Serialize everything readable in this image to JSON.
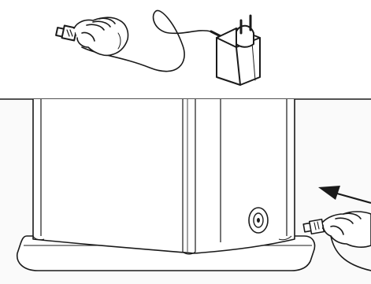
{
  "figure": {
    "background": "#ffffff",
    "line_color": "#1a1a1a",
    "panel_fill": "#fafafa",
    "skin_color": "#ffffff"
  },
  "parts": {
    "power_adapter": "power-adapter-with-two-pin-plug",
    "dc_plug": "dc-barrel-plug",
    "base_unit": "base-unit-with-dc-socket",
    "insertion_arrow": "arrow-pointing-to-socket"
  }
}
